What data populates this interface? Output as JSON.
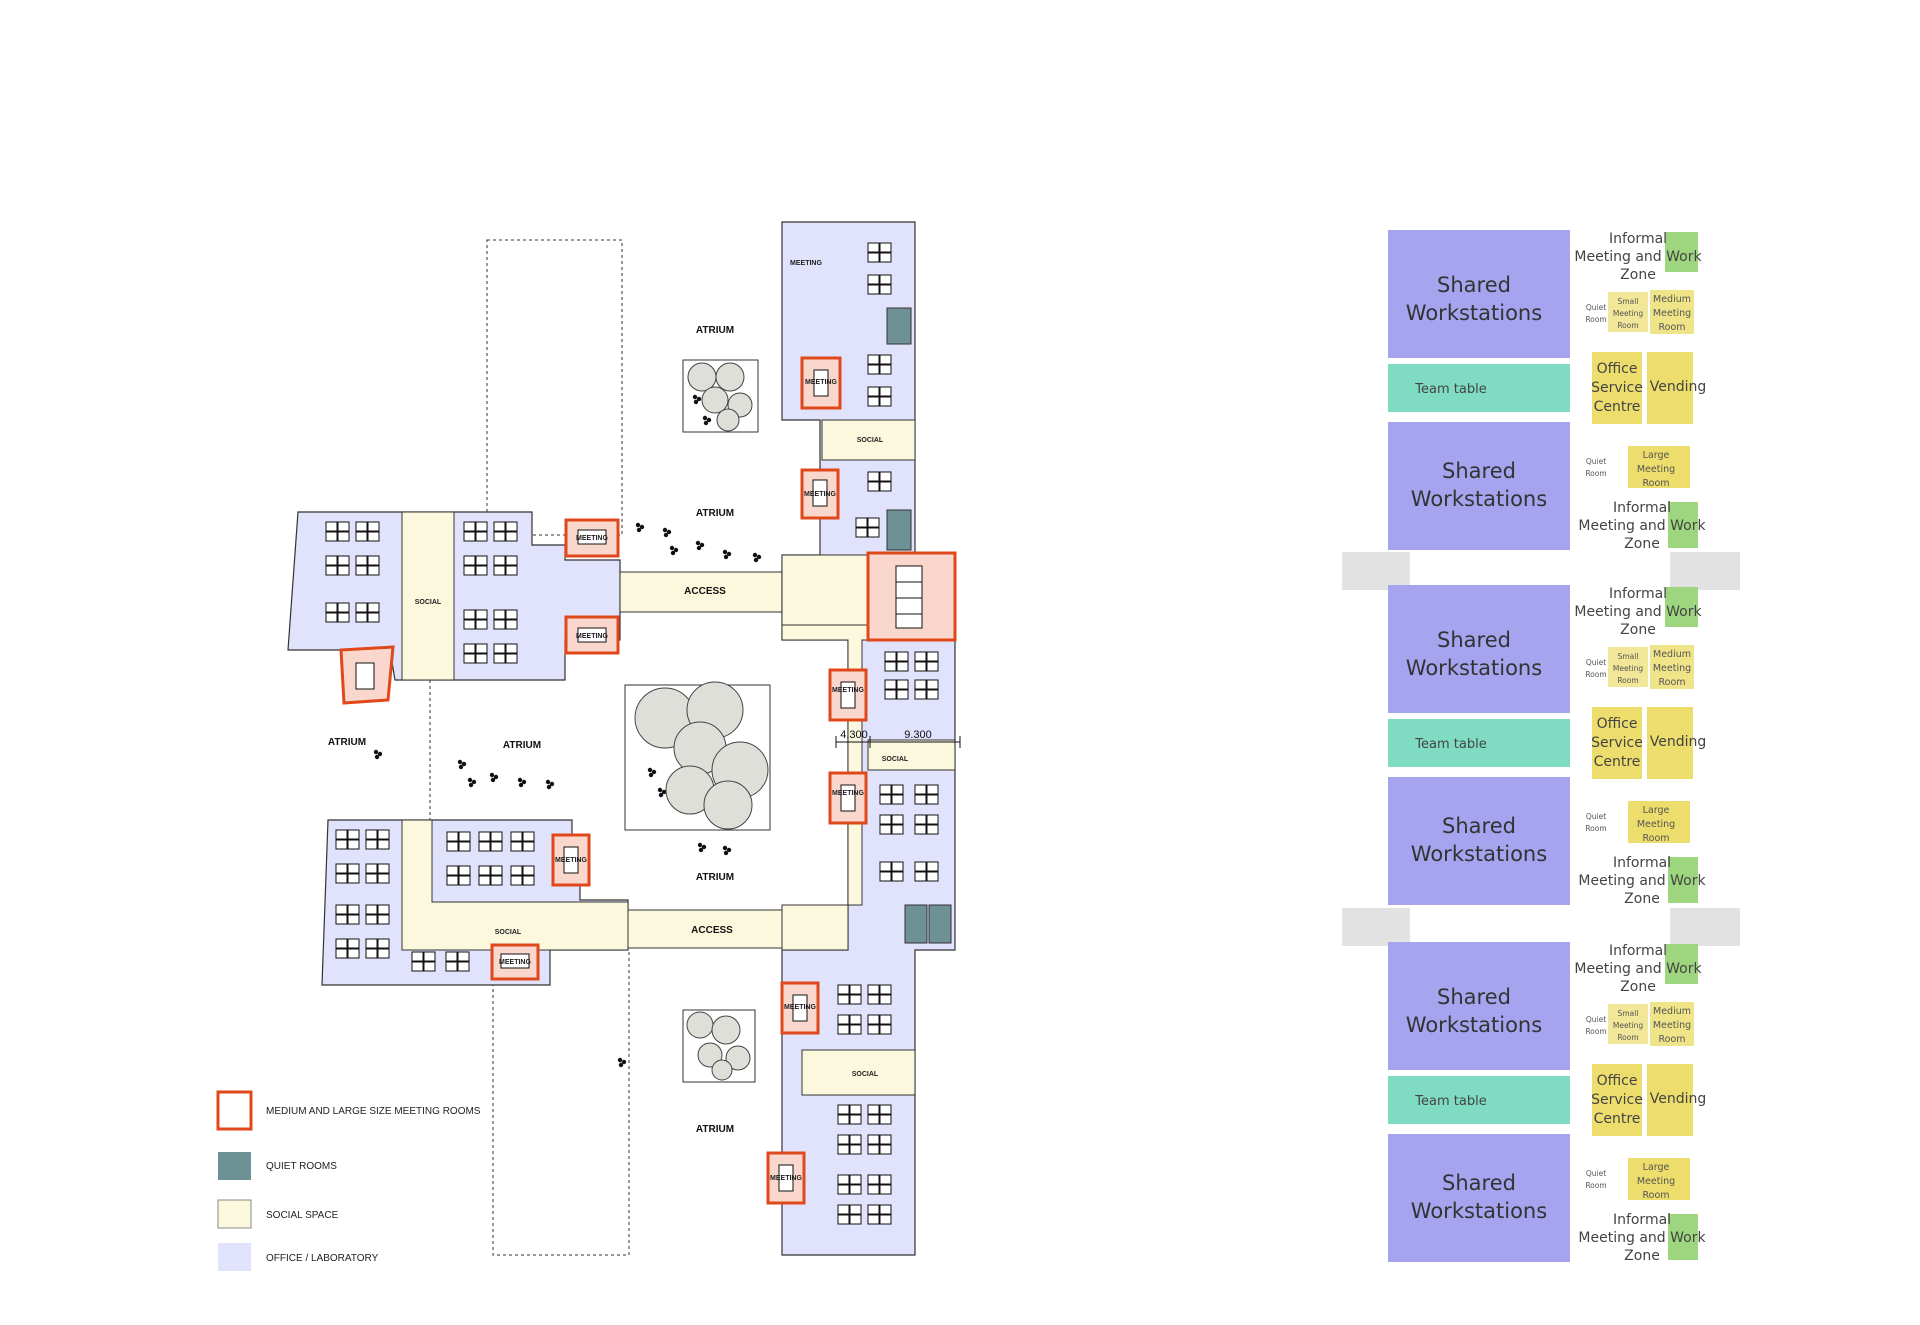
{
  "floorplan": {
    "labels": {
      "atrium": "ATRIUM",
      "access": "ACCESS",
      "social": "SOCIAL",
      "meeting": "MEETING",
      "dim_a": "4.300",
      "dim_b": "9.300"
    },
    "legend": [
      {
        "label": "MEDIUM  AND LARGE SIZE MEETING ROOMS",
        "color": "#e0481b"
      },
      {
        "label": "QUIET ROOMS",
        "color": "#6e9196"
      },
      {
        "label": "SOCIAL SPACE",
        "color": "#fbf8de"
      },
      {
        "label": "OFFICE / LABORATORY",
        "color": "#e0e3fb"
      }
    ],
    "colors": {
      "office": "#e0e3fb",
      "social": "#fbf8de",
      "meeting_outline": "#e0481b",
      "meeting_fill": "#f9d7cc",
      "quiet": "#6e9196",
      "tree": "#dedfd9"
    }
  },
  "zoning": {
    "shared_workstations": [
      "Shared",
      "Workstations"
    ],
    "team_table": "Team table",
    "informal": [
      "Informal",
      "Meeting and Work",
      "Zone"
    ],
    "quiet_room": [
      "Quiet",
      "Room"
    ],
    "small_meeting": [
      "Small",
      "Meeting",
      "Room"
    ],
    "medium_meeting": [
      "Medium",
      "Meeting",
      "Room"
    ],
    "large_meeting": [
      "Large",
      "Meeting",
      "Room"
    ],
    "office_service": [
      "Office",
      "Service",
      "Centre"
    ],
    "vending": "Vending",
    "colors": {
      "workstations": "#a6a3ef",
      "team_table": "#7fdbc2",
      "yellow": "#ecdd6c",
      "green": "#9dd67e",
      "grey": "#e2e2e2"
    }
  }
}
